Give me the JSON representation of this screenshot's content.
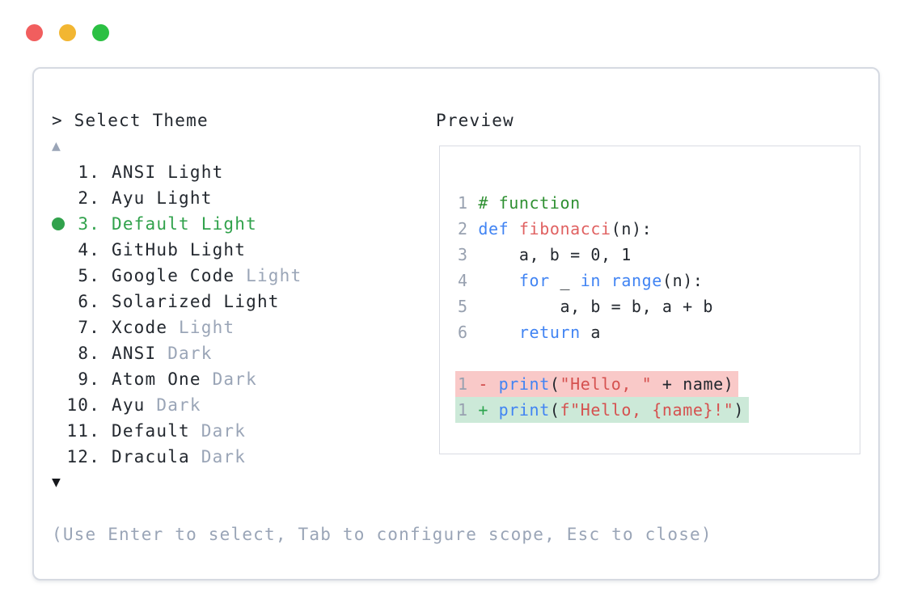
{
  "window": {
    "close_label": "close",
    "minimize_label": "minimize",
    "maximize_label": "maximize"
  },
  "colors": {
    "accent_green": "#31a24c",
    "traffic_red": "#f15e5e",
    "traffic_yellow": "#f2b632",
    "traffic_green": "#2bc043",
    "suffix_grey": "#9aa5b7",
    "syntax_keyword": "#4184f3",
    "syntax_function": "#e06161",
    "syntax_string": "#d5514f",
    "syntax_comment": "#2f9032",
    "diff_removed_bg": "#f9c9c8",
    "diff_added_bg": "#cce9d8",
    "diff_minus": "#cf4444",
    "diff_plus": "#2da44e"
  },
  "theme_picker": {
    "prompt": "> Select Theme",
    "scroll_up_indicator": "▲",
    "scroll_down_indicator": "▼",
    "items": [
      {
        "number": "1.",
        "name": "ANSI Light",
        "suffix": "",
        "selected": false
      },
      {
        "number": "2.",
        "name": "Ayu Light",
        "suffix": "",
        "selected": false
      },
      {
        "number": "3.",
        "name": "Default Light",
        "suffix": "",
        "selected": true
      },
      {
        "number": "4.",
        "name": "GitHub Light",
        "suffix": "",
        "selected": false
      },
      {
        "number": "5.",
        "name": "Google Code",
        "suffix": "Light",
        "selected": false
      },
      {
        "number": "6.",
        "name": "Solarized Light",
        "suffix": "",
        "selected": false
      },
      {
        "number": "7.",
        "name": "Xcode",
        "suffix": "Light",
        "selected": false
      },
      {
        "number": "8.",
        "name": "ANSI",
        "suffix": "Dark",
        "selected": false
      },
      {
        "number": "9.",
        "name": "Atom One",
        "suffix": "Dark",
        "selected": false
      },
      {
        "number": "10.",
        "name": "Ayu",
        "suffix": "Dark",
        "selected": false
      },
      {
        "number": "11.",
        "name": "Default",
        "suffix": "Dark",
        "selected": false
      },
      {
        "number": "12.",
        "name": "Dracula",
        "suffix": "Dark",
        "selected": false
      }
    ],
    "hint": "(Use Enter to select, Tab to configure scope, Esc to close)"
  },
  "preview": {
    "label": "Preview",
    "code_lines": [
      {
        "lineno": "1",
        "tokens": [
          {
            "text": "# function",
            "type": "comment"
          }
        ]
      },
      {
        "lineno": "2",
        "tokens": [
          {
            "text": "def",
            "type": "keyword"
          },
          {
            "text": " ",
            "type": "plain"
          },
          {
            "text": "fibonacci",
            "type": "function"
          },
          {
            "text": "(n):",
            "type": "plain"
          }
        ]
      },
      {
        "lineno": "3",
        "tokens": [
          {
            "text": "    a, b = 0, 1",
            "type": "plain"
          }
        ]
      },
      {
        "lineno": "4",
        "tokens": [
          {
            "text": "    ",
            "type": "plain"
          },
          {
            "text": "for",
            "type": "keyword"
          },
          {
            "text": " _ ",
            "type": "plain"
          },
          {
            "text": "in",
            "type": "keyword"
          },
          {
            "text": " ",
            "type": "plain"
          },
          {
            "text": "range",
            "type": "keyword"
          },
          {
            "text": "(n):",
            "type": "plain"
          }
        ]
      },
      {
        "lineno": "5",
        "tokens": [
          {
            "text": "        a, b = b, a + b",
            "type": "plain"
          }
        ]
      },
      {
        "lineno": "6",
        "tokens": [
          {
            "text": "    ",
            "type": "plain"
          },
          {
            "text": "return",
            "type": "keyword"
          },
          {
            "text": " a",
            "type": "plain"
          }
        ]
      },
      {
        "blank": true
      },
      {
        "lineno": "1",
        "diff": "removed",
        "sign": "-",
        "tokens": [
          {
            "text": "print",
            "type": "keyword"
          },
          {
            "text": "(",
            "type": "plain"
          },
          {
            "text": "\"Hello, \"",
            "type": "string"
          },
          {
            "text": " + name)",
            "type": "plain"
          }
        ]
      },
      {
        "lineno": "1",
        "diff": "added",
        "sign": "+",
        "tokens": [
          {
            "text": "print",
            "type": "keyword"
          },
          {
            "text": "(",
            "type": "plain"
          },
          {
            "text": "f\"Hello, {name}!\"",
            "type": "string"
          },
          {
            "text": ")",
            "type": "plain"
          }
        ]
      }
    ]
  }
}
